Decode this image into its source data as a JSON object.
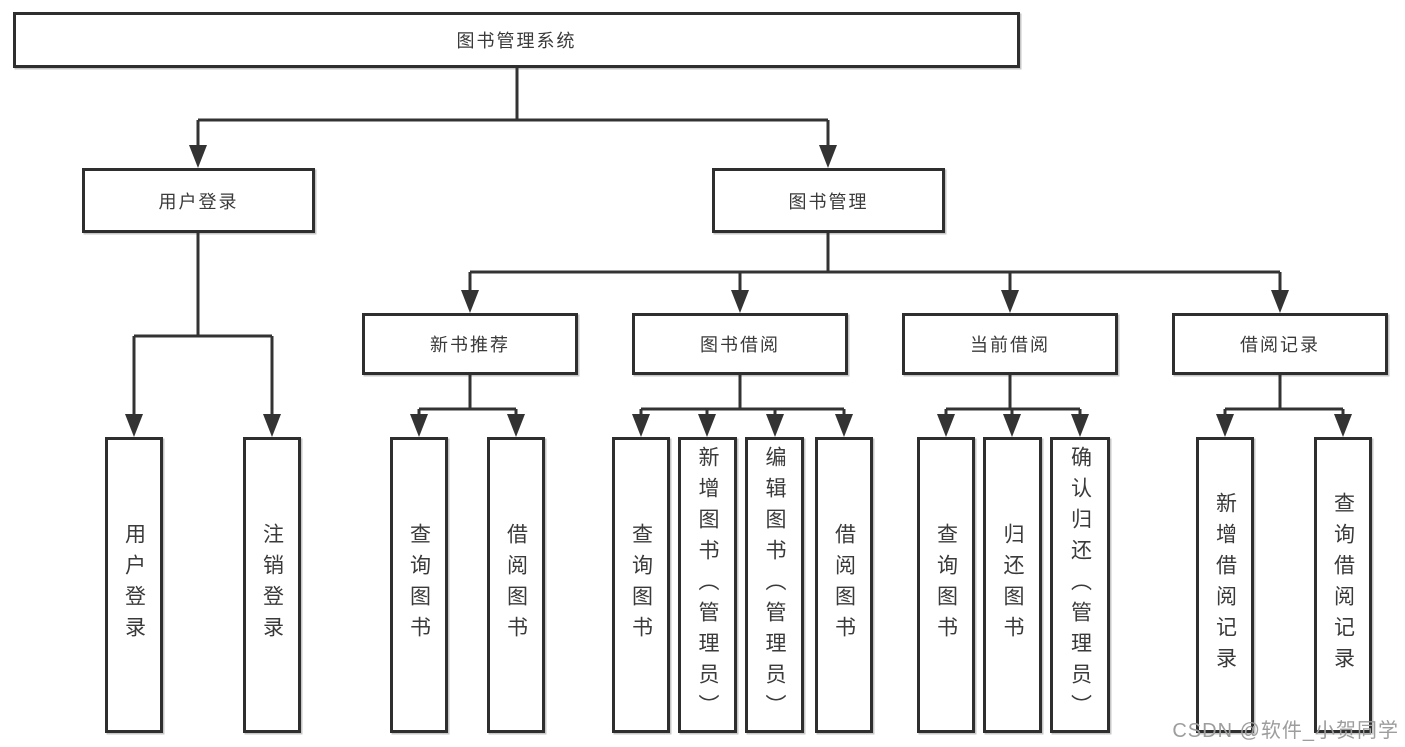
{
  "diagram": {
    "root": {
      "label": "图书管理系统"
    },
    "branches": [
      {
        "label": "用户登录",
        "children": [
          {
            "label": "用户登录"
          },
          {
            "label": "注销登录"
          }
        ]
      },
      {
        "label": "图书管理",
        "children": [
          {
            "label": "新书推荐",
            "children": [
              {
                "label": "查询图书"
              },
              {
                "label": "借阅图书"
              }
            ]
          },
          {
            "label": "图书借阅",
            "children": [
              {
                "label": "查询图书"
              },
              {
                "label": "新增图书（管理员）"
              },
              {
                "label": "编辑图书（管理员）"
              },
              {
                "label": "借阅图书"
              }
            ]
          },
          {
            "label": "当前借阅",
            "children": [
              {
                "label": "查询图书"
              },
              {
                "label": "归还图书"
              },
              {
                "label": "确认归还（管理员）"
              }
            ]
          },
          {
            "label": "借阅记录",
            "children": [
              {
                "label": "新增借阅记录"
              },
              {
                "label": "查询借阅记录"
              }
            ]
          }
        ]
      }
    ]
  },
  "watermark": {
    "text": "CSDN @软件_小贺同学"
  },
  "colors": {
    "line": "#333333",
    "box_border": "#2e2e2e",
    "text": "#3a3a3a",
    "watermark": "#9d9d9d",
    "background": "#ffffff"
  }
}
